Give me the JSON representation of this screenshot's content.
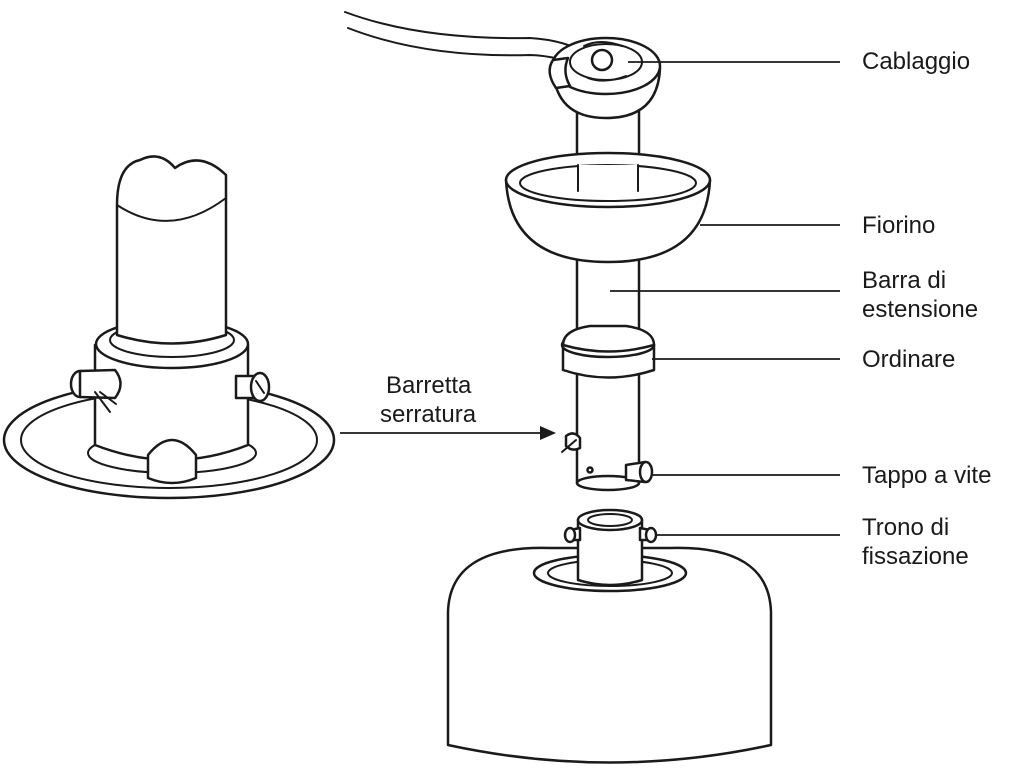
{
  "labels": {
    "wiring": "Cablaggio",
    "canopy": "Fiorino",
    "extension_bar_line1": "Barra di",
    "extension_bar_line2": "estensione",
    "trim": "Ordinare",
    "screw_cap": "Tappo a vite",
    "fixing_throne_line1": "Trono di",
    "fixing_throne_line2": "fissazione",
    "lock_bar_line1": "Barretta",
    "lock_bar_line2": "serratura"
  },
  "colors": {
    "ink": "#1a1a1a",
    "background": "#ffffff"
  }
}
